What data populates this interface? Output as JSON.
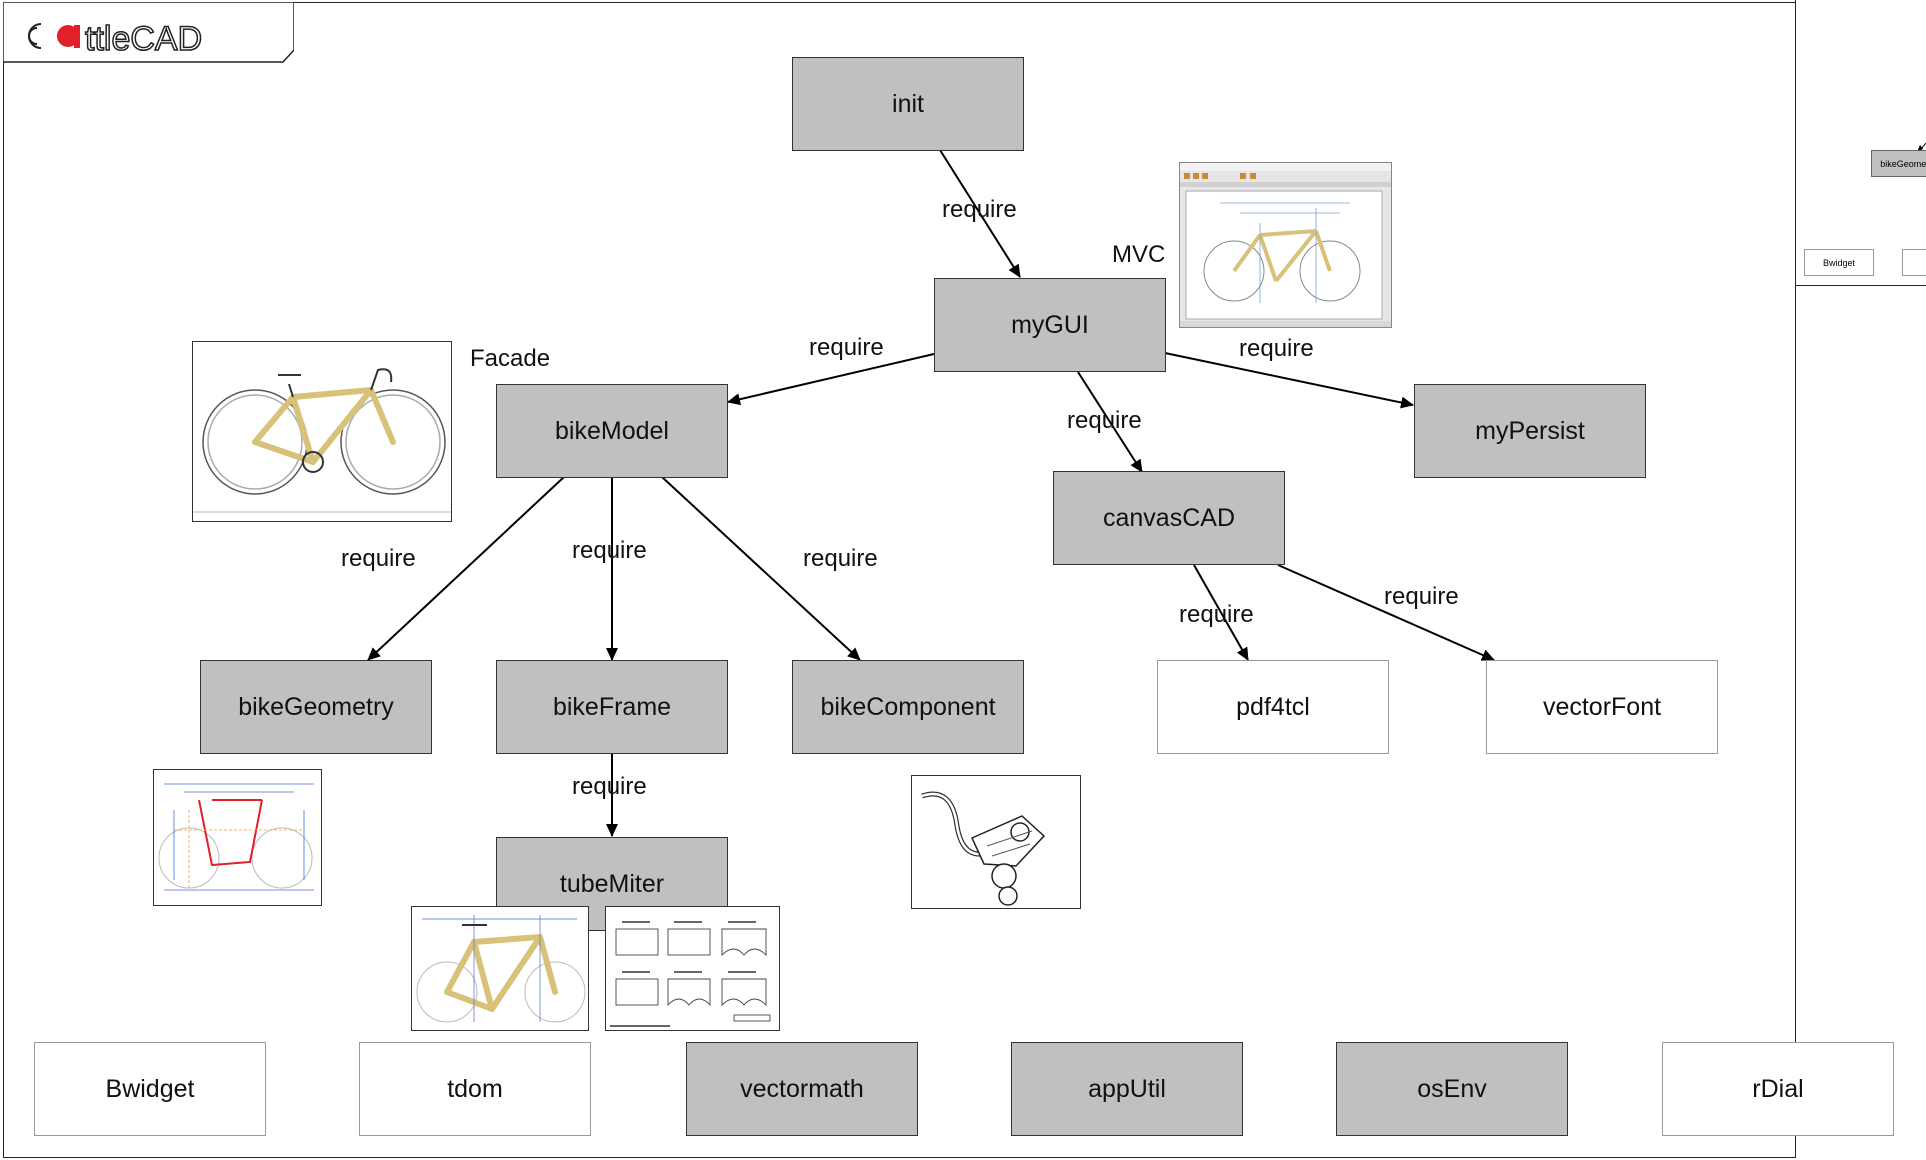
{
  "logo": {
    "text": "cattleCAD"
  },
  "nodes": {
    "init": "init",
    "myGUI": "myGUI",
    "bikeModel": "bikeModel",
    "myPersist": "myPersist",
    "canvasCAD": "canvasCAD",
    "bikeGeometry": "bikeGeometry",
    "bikeFrame": "bikeFrame",
    "bikeComponent": "bikeComponent",
    "pdf4tcl": "pdf4tcl",
    "vectorFont": "vectorFont",
    "tubeMiter": "tubeMiter",
    "Bwidget": "Bwidget",
    "tdom": "tdom",
    "vectormath": "vectormath",
    "appUtil": "appUtil",
    "osEnv": "osEnv",
    "rDial": "rDial"
  },
  "edge_label": "require",
  "annotations": {
    "facade": "Facade",
    "mvc": "MVC"
  },
  "minimap": {
    "node1": "bikeGeometr",
    "node2": "Bwidget"
  },
  "colors": {
    "module_fill": "#c0c0c0",
    "external_fill": "#ffffff",
    "frame_tube": "#d8c27a",
    "logo_accent": "#e0202a"
  }
}
